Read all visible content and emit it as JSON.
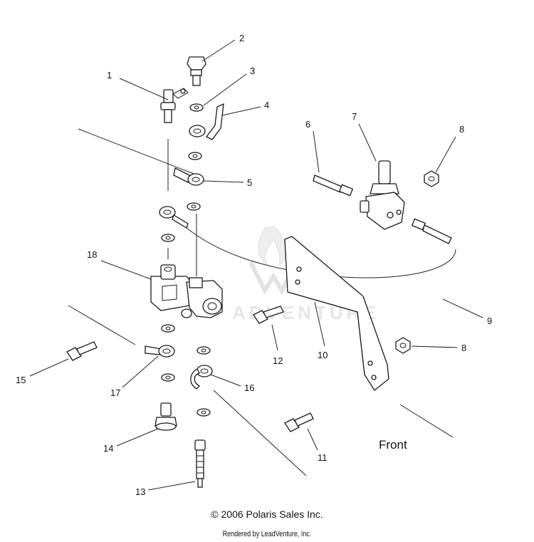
{
  "diagram": {
    "callouts": [
      {
        "id": "1",
        "label": "1"
      },
      {
        "id": "2",
        "label": "2"
      },
      {
        "id": "3",
        "label": "3"
      },
      {
        "id": "4",
        "label": "4"
      },
      {
        "id": "5",
        "label": "5"
      },
      {
        "id": "6",
        "label": "6"
      },
      {
        "id": "7",
        "label": "7"
      },
      {
        "id": "8a",
        "label": "8"
      },
      {
        "id": "8b",
        "label": "8"
      },
      {
        "id": "9",
        "label": "9"
      },
      {
        "id": "10",
        "label": "10"
      },
      {
        "id": "11",
        "label": "11"
      },
      {
        "id": "12",
        "label": "12"
      },
      {
        "id": "13",
        "label": "13"
      },
      {
        "id": "14",
        "label": "14"
      },
      {
        "id": "15",
        "label": "15"
      },
      {
        "id": "16",
        "label": "16"
      },
      {
        "id": "17",
        "label": "17"
      },
      {
        "id": "18",
        "label": "18"
      }
    ],
    "front_label": "Front",
    "watermark": "ADVENTURE"
  },
  "footer": {
    "copyright": "© 2006 Polaris Sales Inc.",
    "rendered_by": "Rendered by LeadVenture, Inc."
  }
}
